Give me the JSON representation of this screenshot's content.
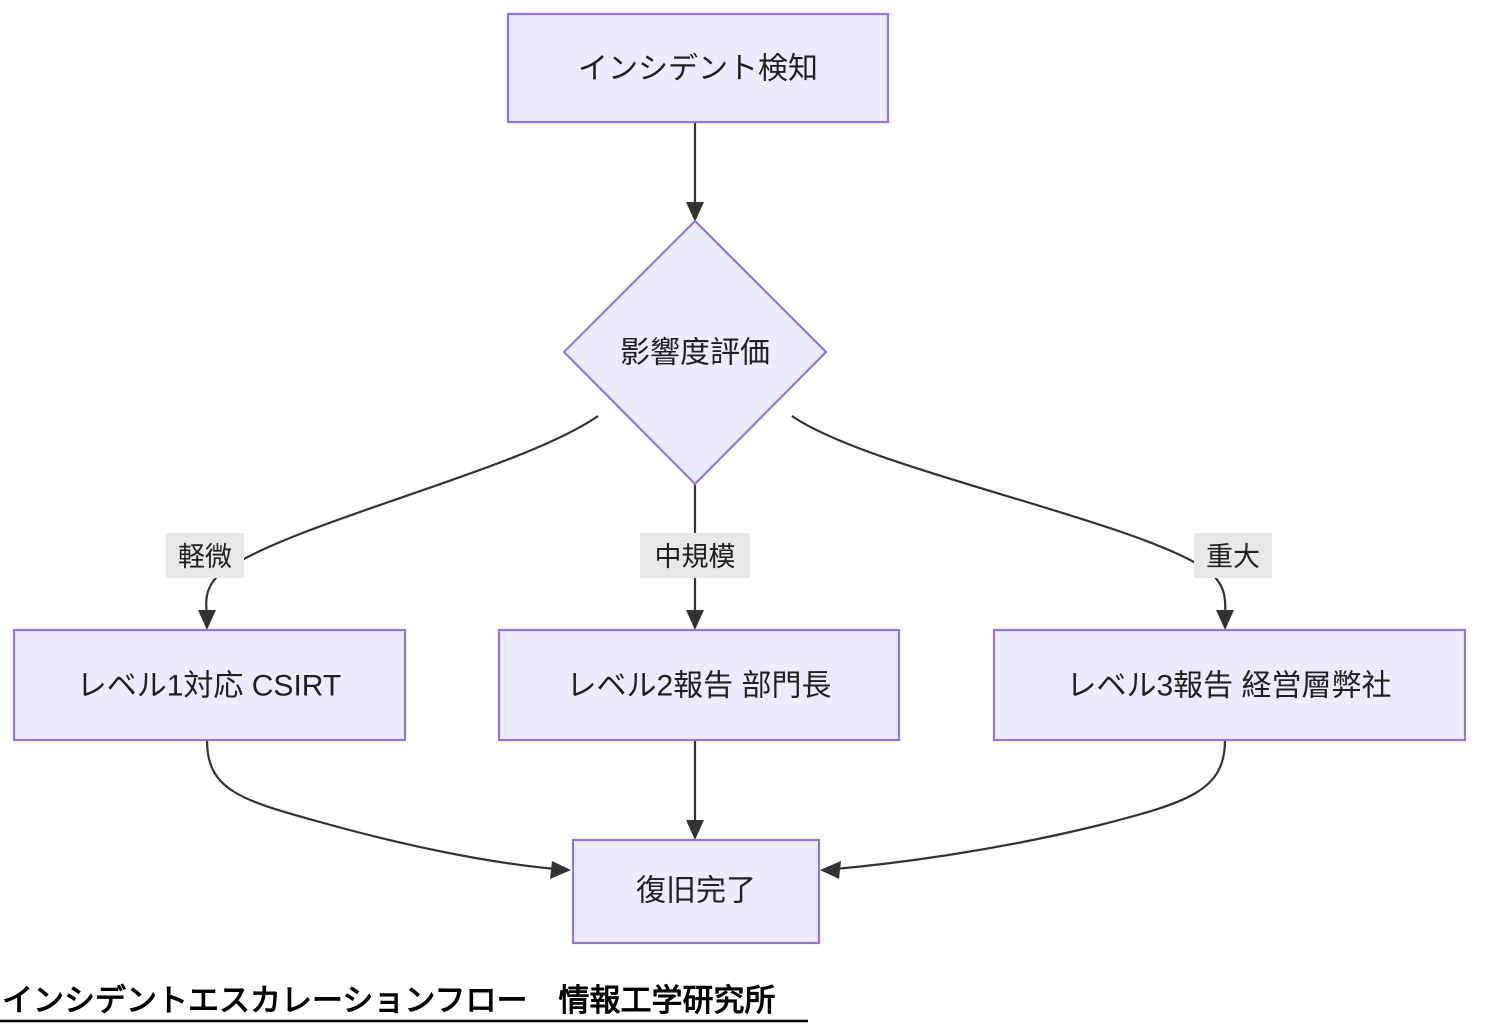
{
  "diagram": {
    "kind": "flowchart",
    "direction": "top-down",
    "caption": "インシデントエスカレーションフロー　情報工学研究所",
    "colors": {
      "node_fill": "#ececfd",
      "node_stroke": "#9575dd",
      "edge_stroke": "#333333",
      "edge_label_bg": "#e8e8e8",
      "text": "#1f1f1f",
      "caption_text": "#000000",
      "canvas": "#ffffff"
    },
    "nodes": [
      {
        "id": "detect",
        "shape": "rectangle",
        "label": "インシデント検知"
      },
      {
        "id": "assess",
        "shape": "diamond",
        "label": "影響度評価"
      },
      {
        "id": "level1",
        "shape": "rectangle",
        "label": "レベル1対応 CSIRT"
      },
      {
        "id": "level2",
        "shape": "rectangle",
        "label": "レベル2報告 部門長"
      },
      {
        "id": "level3",
        "shape": "rectangle",
        "label": "レベル3報告 経営層弊社"
      },
      {
        "id": "done",
        "shape": "rectangle",
        "label": "復旧完了"
      }
    ],
    "edges": [
      {
        "id": "e1",
        "from": "detect",
        "to": "assess",
        "label": ""
      },
      {
        "id": "e2",
        "from": "assess",
        "to": "level1",
        "label": "軽微"
      },
      {
        "id": "e3",
        "from": "assess",
        "to": "level2",
        "label": "中規模"
      },
      {
        "id": "e4",
        "from": "assess",
        "to": "level3",
        "label": "重大"
      },
      {
        "id": "e5",
        "from": "level1",
        "to": "done",
        "label": ""
      },
      {
        "id": "e6",
        "from": "level2",
        "to": "done",
        "label": ""
      },
      {
        "id": "e7",
        "from": "level3",
        "to": "done",
        "label": ""
      }
    ]
  }
}
